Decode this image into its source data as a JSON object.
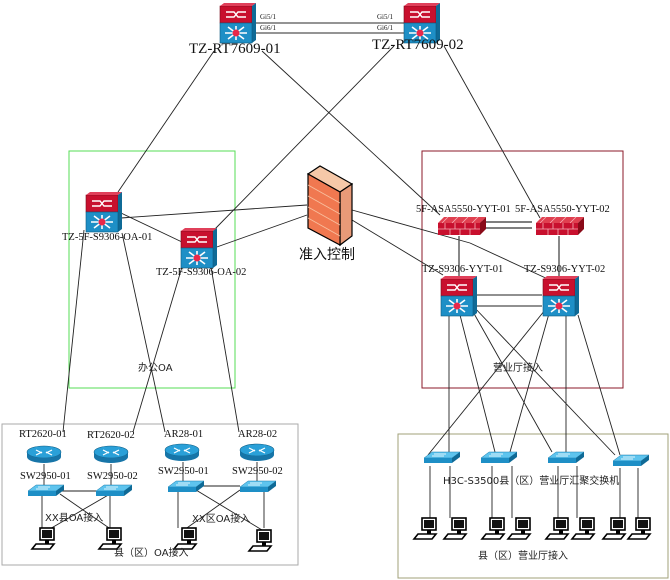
{
  "core": {
    "router1": "TZ-RT7609-01",
    "router2": "TZ-RT7609-02",
    "port_a_left": "Gi5/1",
    "port_b_left": "Gi6/1",
    "port_a_right": "Gi5/1",
    "port_b_right": "Gi6/1"
  },
  "office_oa": {
    "zone_label": "办公OA",
    "switch1": "TZ-5F-S9306-OA-01",
    "switch2": "TZ-5F-S9306-OA-02",
    "border_color": "#55dd55"
  },
  "access_control": {
    "label": "准入控制"
  },
  "business_hall": {
    "zone_label": "营业厅接入",
    "firewall1": "5F-ASA5550-YYT-01",
    "firewall2": "5F-ASA5550-YYT-02",
    "switch1": "TZ-S9306-YYT-01",
    "switch2": "TZ-S9306-YYT-02",
    "border_color": "#8b1a2a"
  },
  "county_oa": {
    "zone_label": "县（区）OA接入",
    "routers": [
      "RT2620-01",
      "RT2620-02",
      "AR28-01",
      "AR28-02"
    ],
    "switches": [
      "SW2950-01",
      "SW2950-02",
      "SW2950-01",
      "SW2950-02"
    ],
    "group1_label": "XX县OA接入",
    "group2_label": "XX区OA接入",
    "border_color": "#aaaaaa"
  },
  "county_hall": {
    "zone_label": "县（区）营业厅接入",
    "switch_label": "H3C-S3500县（区）营业厅汇聚交换机",
    "border_color": "#a0a07a"
  },
  "colors": {
    "device_red": "#c8102e",
    "device_blue": "#1e8fc6",
    "line": "#222222"
  }
}
